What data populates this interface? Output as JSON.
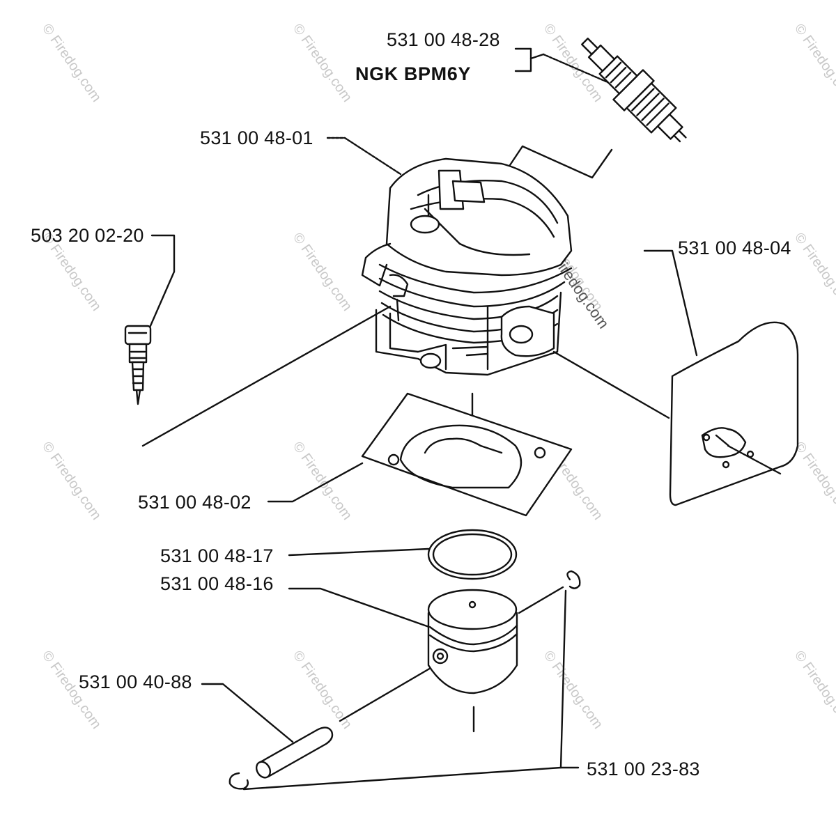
{
  "watermark": {
    "text": "© Firedog.com",
    "center_text": "© Firedog.com"
  },
  "labels": {
    "spark_plug_part": "531 00 48-28",
    "spark_plug_model": "NGK BPM6Y",
    "cylinder": "531 00 48-01",
    "decompression_valve": "503 20 02-20",
    "muffler_gasket": "531 00 48-04",
    "cylinder_gasket": "531 00 48-02",
    "piston_ring": "531 00 48-17",
    "piston": "531 00 48-16",
    "piston_pin": "531 00 40-88",
    "circlip": "531 00 23-83"
  }
}
